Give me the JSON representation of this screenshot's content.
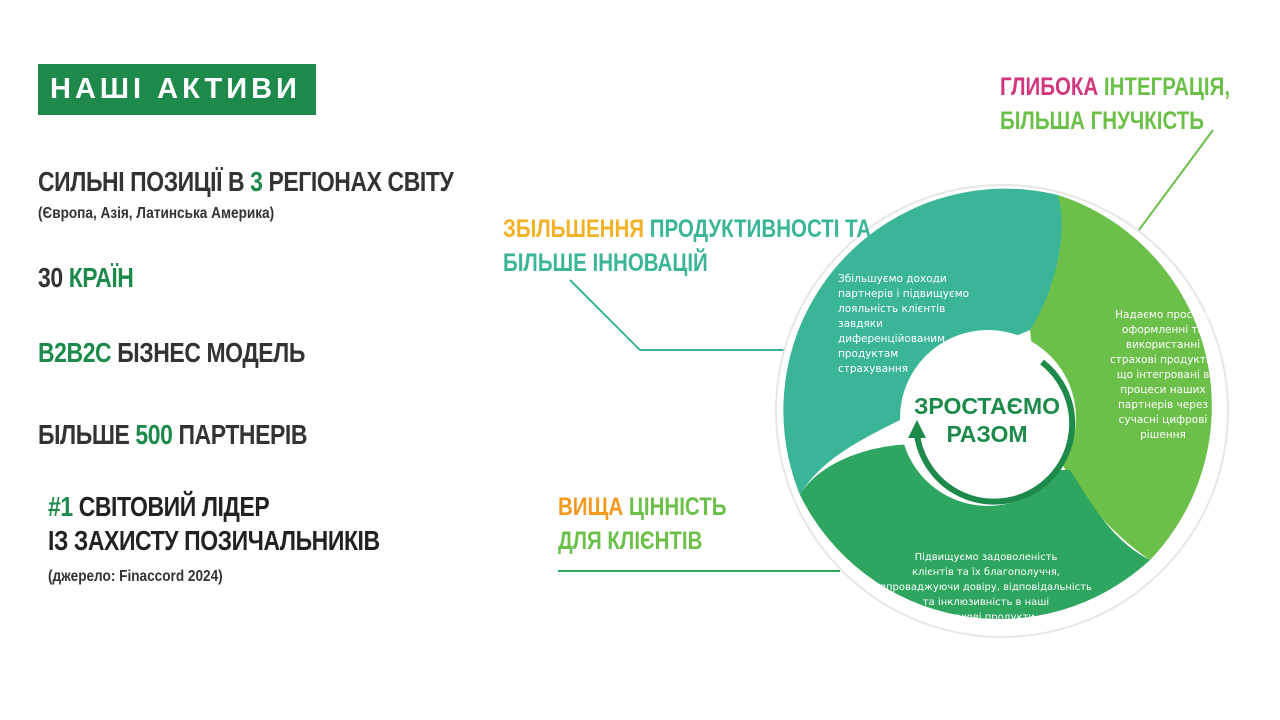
{
  "header": {
    "title": "НАШІ АКТИВИ"
  },
  "facts": {
    "regions": {
      "pre": "СИЛЬНІ ПОЗИЦІЇ В ",
      "hl": "3",
      "post": " РЕГІОНАХ СВІТУ",
      "sub": "(Європа, Азія, Латинська Америка)"
    },
    "countries": {
      "pre": "30 ",
      "hl": "КРАЇН"
    },
    "model": {
      "hl": "B2B2C",
      "post": " БІЗНЕС МОДЕЛЬ"
    },
    "partners": {
      "pre": "БІЛЬШЕ ",
      "hl": "500",
      "post": " ПАРТНЕРІВ"
    },
    "leader": {
      "hl": "#1",
      "line1": " СВІТОВИЙ ЛІДЕР",
      "line2": "ІЗ ЗАХИСТУ ПОЗИЧАЛЬНИКІВ",
      "source": "(джерело: Finaccord 2024)"
    }
  },
  "callouts": {
    "integration": {
      "w1": "ГЛИБОКА",
      "w2": " ІНТЕГРАЦІЯ,",
      "line2": "БІЛЬША ГНУЧКІСТЬ"
    },
    "productivity": {
      "w1": "ЗБІЛЬШЕННЯ",
      "w2": " ПРОДУКТИВНОСТІ ТА",
      "line2": "БІЛЬШЕ ІННОВАЦІЙ"
    },
    "value": {
      "w1": "ВИЩА",
      "w2": " ЦІННІСТЬ",
      "line2": "ДЛЯ КЛІЄНТІВ"
    }
  },
  "circle": {
    "center": {
      "line1": "ЗРОСТАЄМО",
      "line2": "РАЗОМ"
    },
    "segment_top": [
      "Збільшуємо доходи",
      "партнерів і підвищуємо",
      "лояльність клієнтів",
      "завдяки",
      "диференційованим",
      "продуктам",
      "страхування"
    ],
    "segment_right": [
      "Надаємо прості в",
      "оформленні та",
      "використанні",
      "страхові продукти,",
      "що інтегровані в",
      "процеси наших",
      "партнерів через",
      "сучасні цифрові",
      "рішення"
    ],
    "segment_bottom": [
      "Підвищуємо задоволеність",
      "клієнтів та їх благополуччя,",
      "впроваджуючи довіру, відповідальність",
      "та інклюзивність в наші",
      "страхові продукти"
    ]
  },
  "colors": {
    "brand_green": "#1d8a4c",
    "light_green": "#6cc04a",
    "teal": "#3bb598",
    "pink": "#d1367e",
    "yellow": "#f2b227",
    "orange": "#f39a1f"
  }
}
